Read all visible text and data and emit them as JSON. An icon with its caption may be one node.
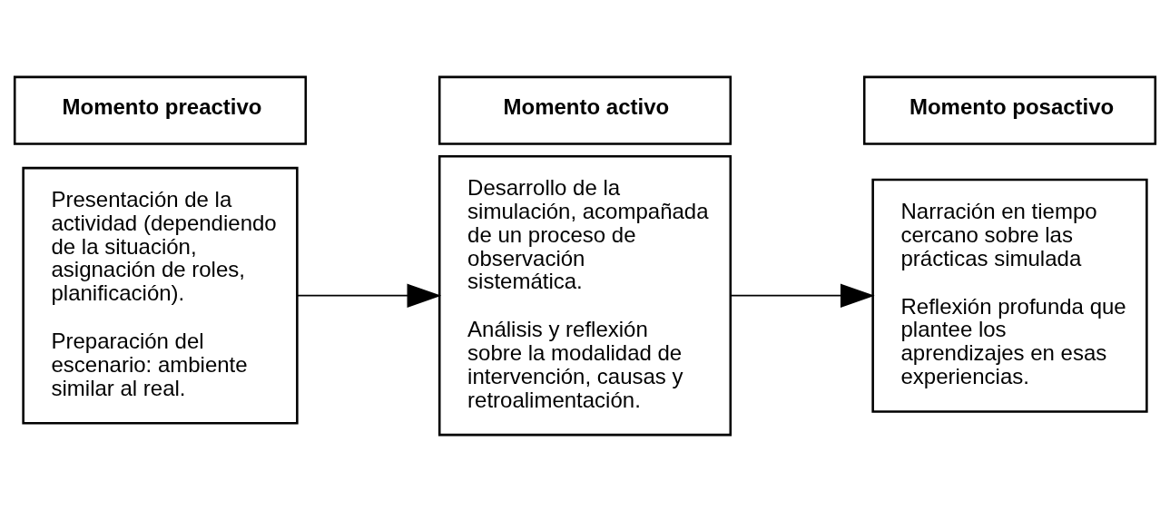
{
  "diagram": {
    "nodes": [
      {
        "text": [
          "Momento preactivo"
        ]
      },
      {
        "text": [
          "Presentación de la actividad (dependiendo de la situación, asignación de roles, planificación).",
          "Preparación del escenario: ambiente similar al real."
        ]
      },
      {
        "text": [
          "Momento activo"
        ]
      },
      {
        "text": [
          "Desarrollo de la simulación, acompañada de un proceso de observación sistemática.",
          "Análisis y reflexión sobre la modalidad de intervención, causas y retroalimentación."
        ]
      },
      {
        "text": [
          "Momento posactivo"
        ]
      },
      {
        "text": [
          "Narración en tiempo cercano sobre las prácticas simulada",
          "Reflexión profunda que plantee los aprendizajes en esas experiencias."
        ]
      }
    ],
    "edges": [
      {
        "from": 1,
        "to": 3,
        "arrow": "to"
      },
      {
        "from": 3,
        "to": 5,
        "arrow": "to"
      }
    ]
  }
}
